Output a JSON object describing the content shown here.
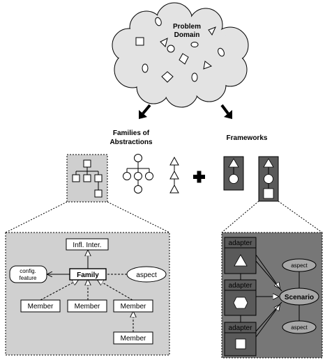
{
  "problem_domain": {
    "line1": "Problem",
    "line2": "Domain"
  },
  "families_label": {
    "line1": "Families of",
    "line2": "Abstractions"
  },
  "frameworks_label": "Frameworks",
  "family_detail": {
    "top_box": "Infl. Inter.",
    "center_box": "Family",
    "left_box": {
      "line1": "config.",
      "line2": "feature"
    },
    "aspect": "aspect",
    "members": [
      "Member",
      "Member",
      "Member"
    ],
    "sub_member": "Member"
  },
  "framework_detail": {
    "adapters": [
      "adapter",
      "adapter",
      "adapter"
    ],
    "scenario": "Scenario",
    "aspects": [
      "aspect",
      "aspect"
    ]
  },
  "colors": {
    "cloud_fill": "#e3e3e3",
    "family_panel": "#d0d0d0",
    "framework_panel": "#777777",
    "dark_box": "#5a5a5a",
    "scenario_fill": "#a8a8a8"
  }
}
